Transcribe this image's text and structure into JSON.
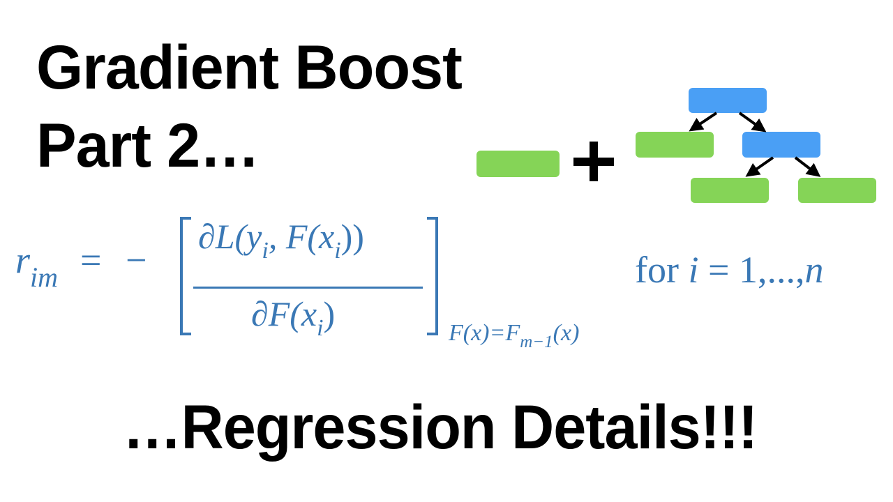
{
  "title": {
    "line1": "Gradient Boost",
    "line2": "Part 2…",
    "line3": "…Regression Details!!!"
  },
  "diagram": {
    "colors": {
      "leaf": "#85d457",
      "node": "#4a9ff5",
      "arrow": "#000000"
    },
    "initial_leaf": "green-leaf",
    "operator": "+",
    "tree": {
      "root": "blue-node",
      "children": [
        "green-leaf",
        "blue-node"
      ],
      "grandchildren": [
        "green-leaf",
        "green-leaf"
      ]
    }
  },
  "equation": {
    "lhs_symbol": "r",
    "lhs_subscript": "im",
    "equals": "=",
    "minus": "−",
    "numerator": "∂L(y",
    "numerator_sub_i": "i",
    "numerator_mid": ", F(x",
    "numerator_sub_i2": "i",
    "numerator_end": "))",
    "denominator": "∂F(x",
    "denominator_sub": "i",
    "denominator_end": ")",
    "evaluation_subscript_lhs": "F(x)=F",
    "evaluation_subscript_sub": "m−1",
    "evaluation_subscript_end": "(x)",
    "for_text": "for",
    "for_var": "i",
    "for_range": "= 1,...,",
    "for_n": "n",
    "color": "#3a78b5"
  }
}
